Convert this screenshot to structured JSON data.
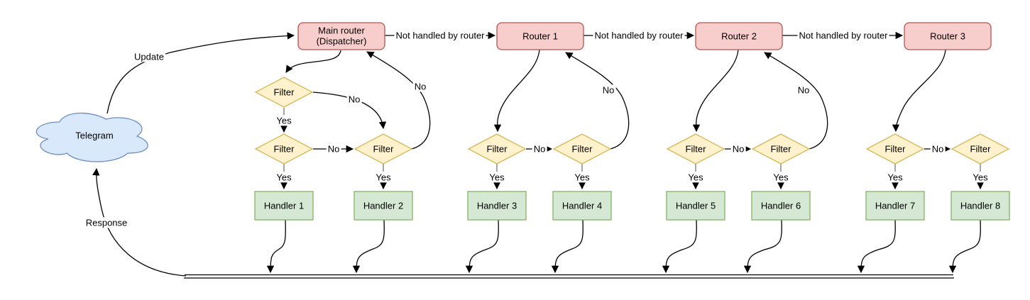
{
  "colors": {
    "background": "#ffffff",
    "edge": "#000000",
    "yes-stub": "#8f8f8f",
    "router-fill": "#f8cecc",
    "router-stroke": "#b85450",
    "filter-fill": "#fff2cc",
    "filter-stroke": "#d6b656",
    "handler-fill": "#d5e8d4",
    "handler-stroke": "#82b366",
    "cloud-fill": "#dae8fc",
    "cloud-stroke": "#6c8ebf"
  },
  "nodes": {
    "telegram": {
      "label": "Telegram"
    },
    "main_router": {
      "line1": "Main router",
      "line2": "(Dispatcher)"
    },
    "router1": {
      "label": "Router 1"
    },
    "router2": {
      "label": "Router 2"
    },
    "router3": {
      "label": "Router 3"
    },
    "filter_label": "Filter",
    "handlers": [
      "Handler 1",
      "Handler 2",
      "Handler 3",
      "Handler 4",
      "Handler 5",
      "Handler 6",
      "Handler 7",
      "Handler 8"
    ]
  },
  "edge_labels": {
    "update": "Update",
    "response": "Response",
    "not_handled": "Not handled by router",
    "yes": "Yes",
    "no": "No"
  }
}
